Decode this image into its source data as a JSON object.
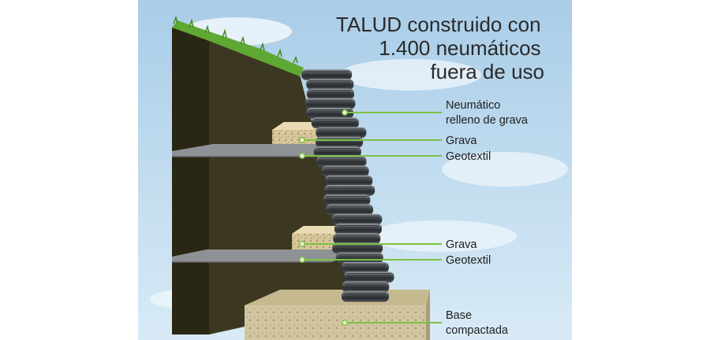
{
  "title": {
    "lines": [
      "TALUD construido con",
      "1.400 neumáticos",
      "fuera de uso"
    ]
  },
  "callouts": [
    {
      "id": "tire",
      "lines": [
        "Neumático",
        "relleno de grava"
      ]
    },
    {
      "id": "gravel-upper",
      "lines": [
        "Grava"
      ]
    },
    {
      "id": "geotextile-upper",
      "lines": [
        "Geotextil"
      ]
    },
    {
      "id": "gravel-lower",
      "lines": [
        "Grava"
      ]
    },
    {
      "id": "geotextile-lower",
      "lines": [
        "Geotextil"
      ]
    },
    {
      "id": "base",
      "lines": [
        "Base",
        "compactada"
      ]
    }
  ],
  "colors": {
    "sky": "#bcd9ee",
    "soil_dark": "#2a2614",
    "soil_face": "#3c3720",
    "grass": "#5fa833",
    "tire": "#3a3d40",
    "tire_highlight": "#9aa0a3",
    "gravel": "#d6c498",
    "geotextile": "#8e9296",
    "leader": "#7cc142"
  }
}
